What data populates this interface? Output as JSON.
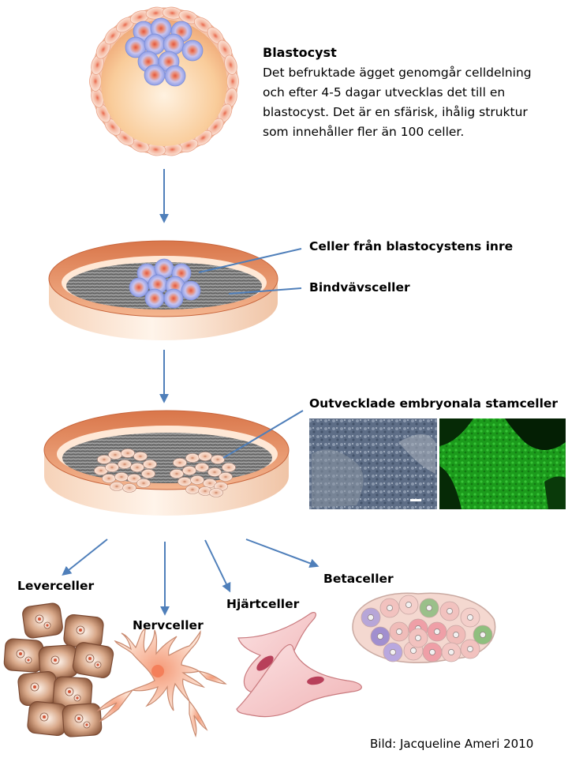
{
  "blastocyst": {
    "heading": "Blastocyst",
    "lines": [
      "Det befruktade ägget genomgår celldelning",
      "och efter 4-5 dagar utvecklas det till en",
      "blastocyst. Det är en sfärisk, ihålig struktur",
      "som innehåller fler än 100 celler."
    ]
  },
  "dish1": {
    "label_inner": "Celler från blastocystens inre",
    "label_connective": "Bindvävsceller"
  },
  "dish2": {
    "label_stemcells": "Outvecklade embryonala stamceller"
  },
  "cell_types": {
    "liver": "Leverceller",
    "nerve": "Nervceller",
    "heart": "Hjärtceller",
    "beta": "Betaceller"
  },
  "credit": "Bild: Jacqueline Ameri 2010",
  "colors": {
    "arrow": "#4f7fba",
    "dish_rim": "#e79a6e",
    "trophoblast": "#f2b29a",
    "inner_cell": "#a9b7ef",
    "cell_core": "#e8664a",
    "fluorescence": "#1ea51e"
  }
}
